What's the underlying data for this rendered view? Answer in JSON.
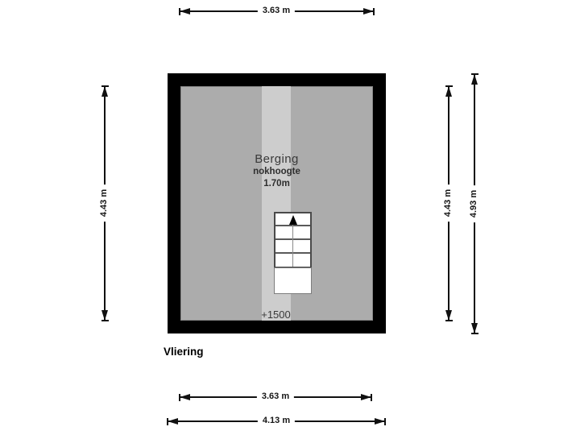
{
  "plan": {
    "title": "Vliering",
    "room": {
      "name": "Berging",
      "note_line1": "nokhoogte",
      "note_line2": "1.70m",
      "level_marker": "+1500"
    },
    "dimensions": {
      "top_width": "3.63 m",
      "left_height": "4.43 m",
      "right_inner_height": "4.43 m",
      "right_outer_height": "4.93 m",
      "bottom_inner_width": "3.63 m",
      "bottom_outer_width": "4.13 m"
    },
    "colors": {
      "wall": "#000000",
      "floor": "#acacac",
      "ridge_strip": "#cdcdcd",
      "stair_outline": "#4a4a4a",
      "dimension_line": "#111111",
      "background": "#ffffff"
    }
  }
}
